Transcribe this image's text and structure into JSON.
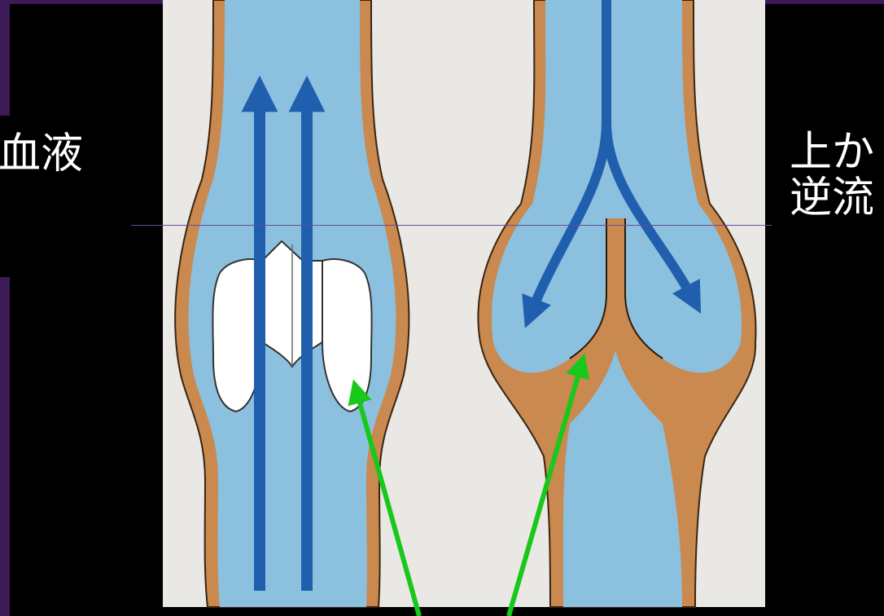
{
  "labels": {
    "left": "血液",
    "right_line1": "上か",
    "right_line2": "逆流"
  },
  "colors": {
    "background": "#000000",
    "panel": "#e9e8e4",
    "vein_fill": "#8cc0df",
    "vein_wall": "#c9894f",
    "flow_arrow": "#1f5fae",
    "pointer_arrow": "#18c81a",
    "frame": "#3b1a55"
  },
  "icons": {
    "flow_up": "arrow-up-icon",
    "flow_split": "split-arrow-icon",
    "pointer": "green-arrow-icon"
  }
}
